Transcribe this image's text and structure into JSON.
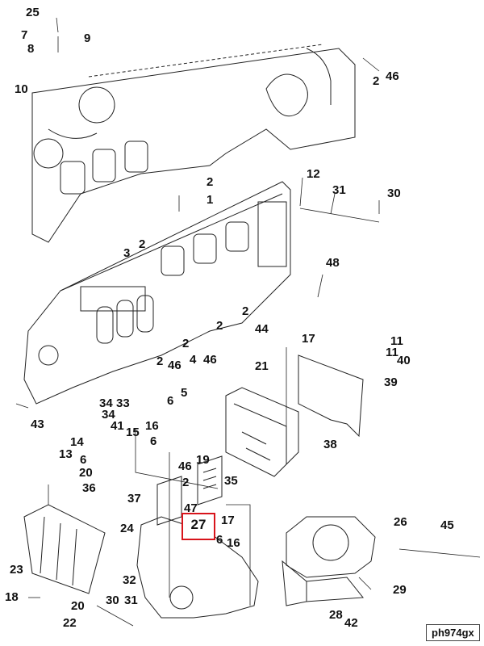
{
  "reference_code": "ph974gx",
  "highlight_color": "#d8141b",
  "highlighted_callout": "27",
  "callouts": {
    "c25": "25",
    "c7": "7",
    "c8": "8",
    "c9": "9",
    "c10": "10",
    "c46a": "46",
    "c2a": "2",
    "c2b": "2",
    "c1": "1",
    "c2c": "2",
    "c3": "3",
    "c12": "12",
    "c31a": "31",
    "c30a": "30",
    "c48": "48",
    "c2d": "2",
    "c2e": "2",
    "c44": "44",
    "c2f": "2",
    "c2g": "2",
    "c46b": "46",
    "c4": "4",
    "c46c": "46",
    "c17a": "17",
    "c11a": "11",
    "c11b": "11",
    "c40": "40",
    "c21": "21",
    "c39": "39",
    "c5": "5",
    "c6a": "6",
    "c43": "43",
    "c34a": "34",
    "c33": "33",
    "c34b": "34",
    "c41": "41",
    "c15": "15",
    "c16a": "16",
    "c6b": "6",
    "c14": "14",
    "c13": "13",
    "c6c": "6",
    "c19": "19",
    "c38": "38",
    "c46d": "46",
    "c2h": "2",
    "c35": "35",
    "c20a": "20",
    "c36": "36",
    "c37": "37",
    "c47": "47",
    "c27": "27",
    "c17b": "17",
    "c6d": "6",
    "c16b": "16",
    "c24": "24",
    "c26": "26",
    "c45": "45",
    "c23": "23",
    "c32": "32",
    "c29": "29",
    "c18": "18",
    "c20b": "20",
    "c30b": "30",
    "c31b": "31",
    "c22": "22",
    "c28": "28",
    "c42": "42"
  }
}
